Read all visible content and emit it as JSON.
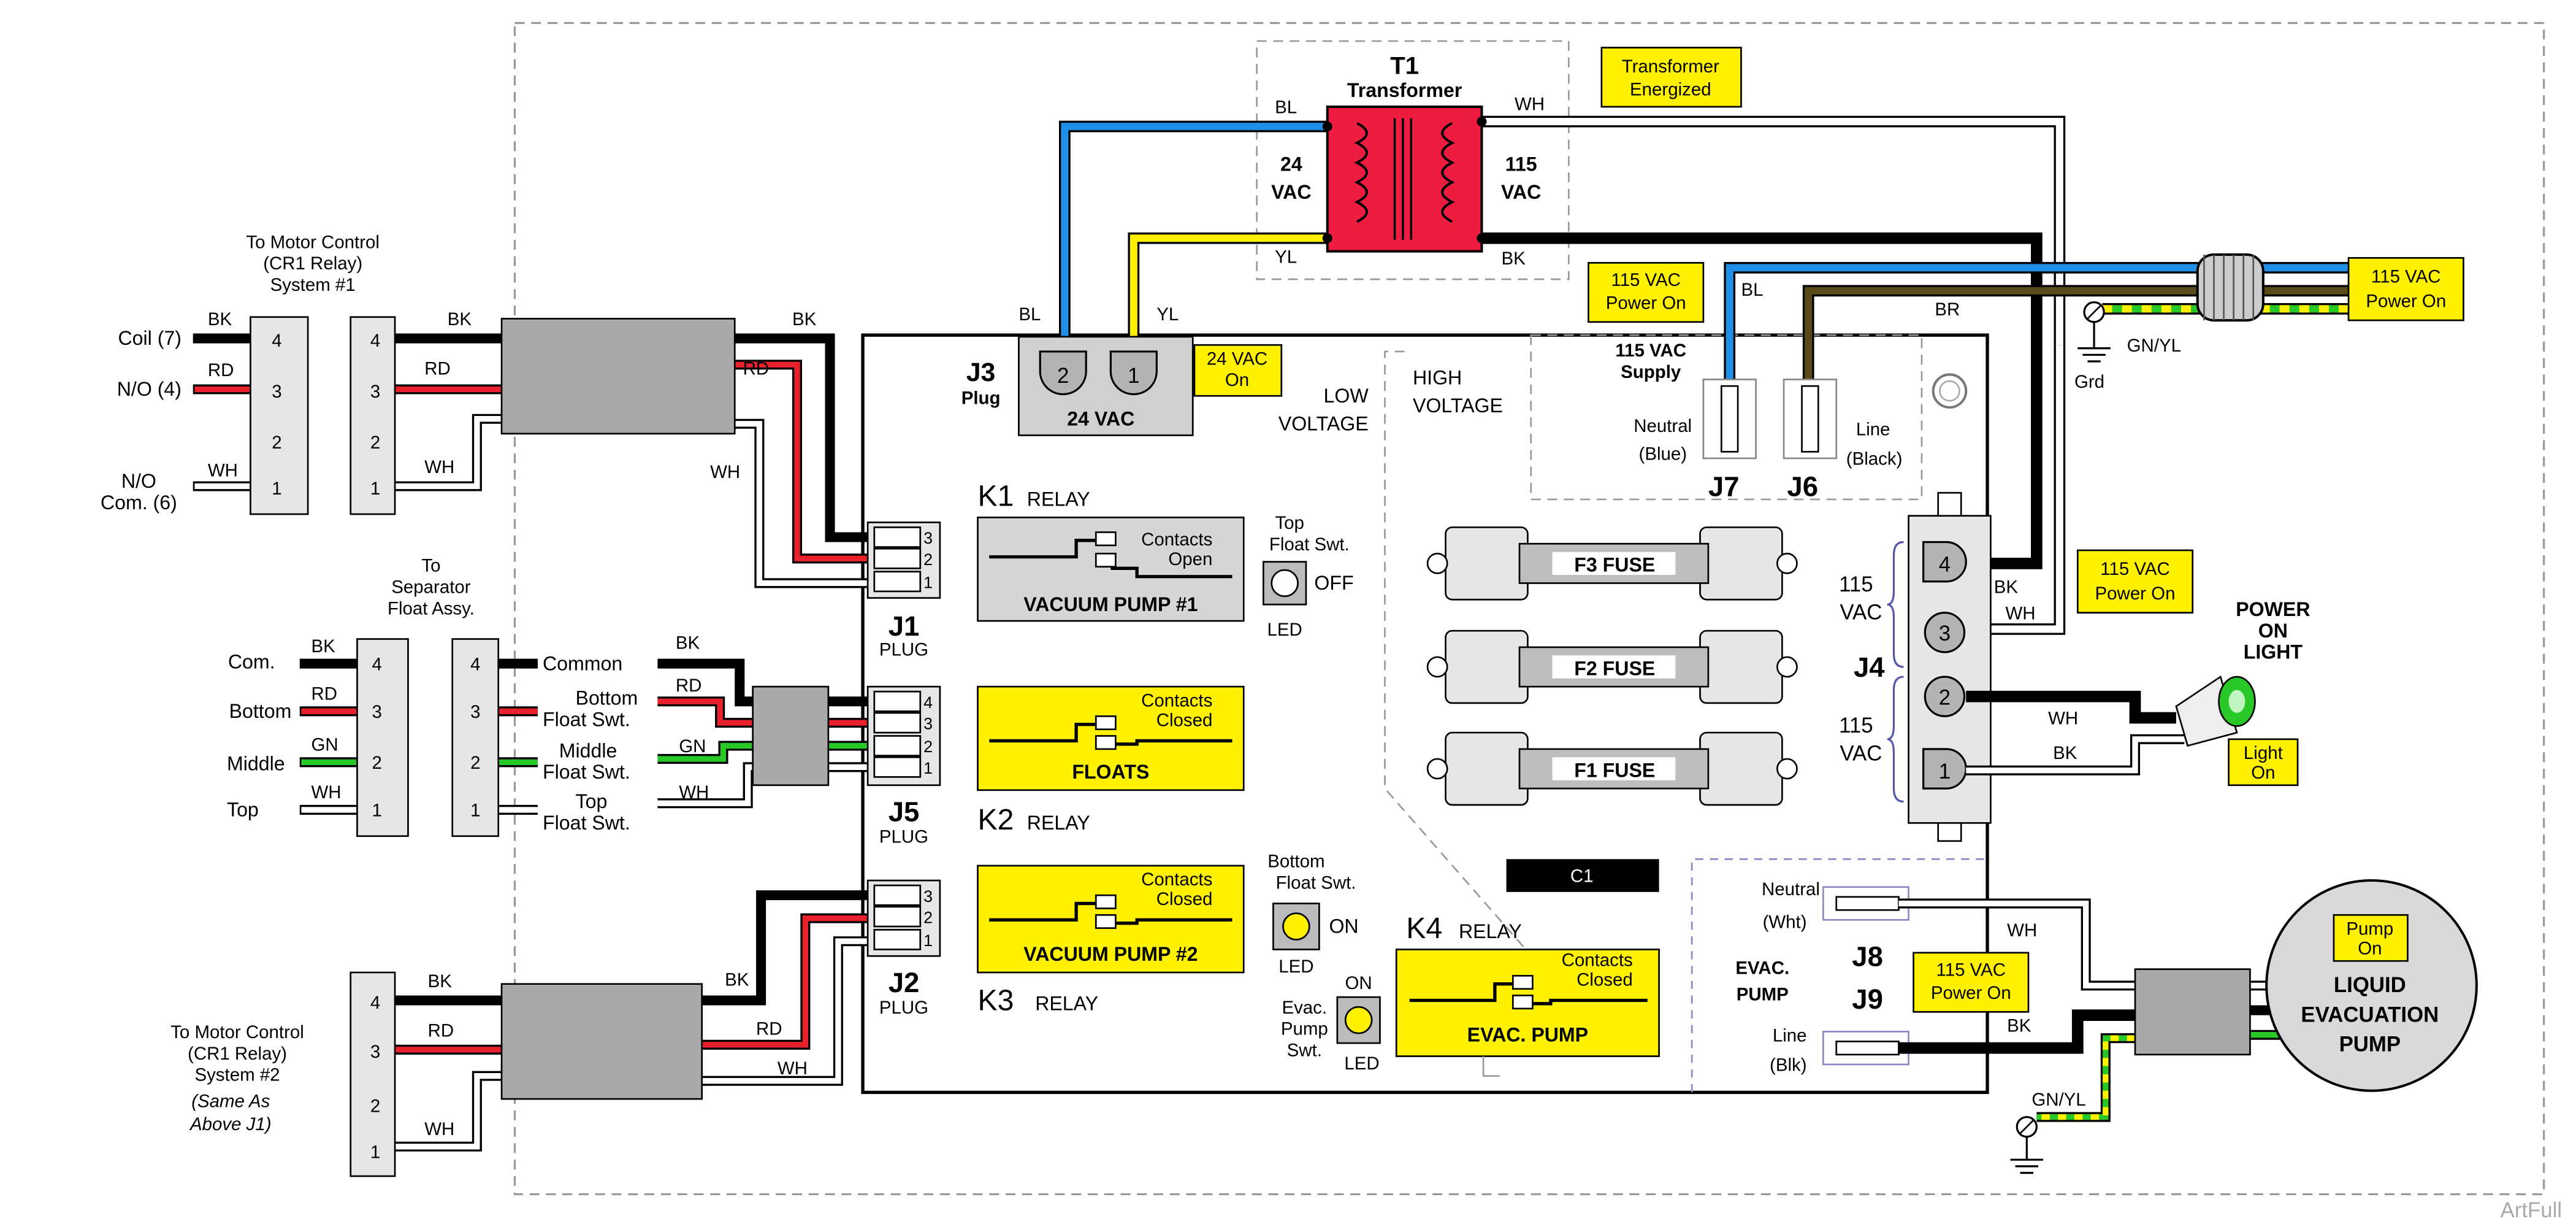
{
  "t1": {
    "id": "T1",
    "name": "Transformer",
    "v_low_a": "24",
    "v_low_b": "VAC",
    "v_high_a": "115",
    "v_high_b": "VAC",
    "bl": "BL",
    "wh": "WH",
    "yl": "YL",
    "bk": "BK"
  },
  "callouts": {
    "transformer": [
      "Transformer",
      "Energized"
    ],
    "v24": [
      "24 VAC",
      "On"
    ],
    "supply_top": [
      "115 VAC",
      "Power On"
    ],
    "supply_right": [
      "115 VAC",
      "Power On"
    ],
    "j4_side": [
      "115 VAC",
      "Power On"
    ],
    "evac": [
      "115 VAC",
      "Power On"
    ],
    "light": [
      "Light",
      "On"
    ],
    "pump": [
      "Pump",
      "On"
    ]
  },
  "j3": {
    "id": "J3",
    "plug": "Plug",
    "label": "24 VAC",
    "p2": "2",
    "p1": "1",
    "bl": "BL",
    "yl": "YL"
  },
  "zones": {
    "low": [
      "LOW",
      "VOLTAGE"
    ],
    "high": [
      "HIGH",
      "VOLTAGE"
    ]
  },
  "supply": {
    "title": [
      "115 VAC",
      "Supply"
    ],
    "bl": "BL",
    "br": "BR",
    "neutral": [
      "Neutral",
      "(Blue)"
    ],
    "line": [
      "Line",
      "(Black)"
    ],
    "j7": "J7",
    "j6": "J6",
    "gnyl": "GN/YL",
    "grd": "Grd"
  },
  "mc1": {
    "title": [
      "To Motor Control",
      "(CR1 Relay)",
      "System #1"
    ],
    "coil": "Coil (7)",
    "no": "N/O (4)",
    "nocom": [
      "N/O",
      "Com. (6)"
    ],
    "bk": "BK",
    "rd": "RD",
    "wh": "WH",
    "pins": [
      "4",
      "3",
      "2",
      "1"
    ]
  },
  "j1": {
    "id": "J1",
    "plug": "PLUG",
    "bk": "BK",
    "rd": "RD",
    "wh": "WH",
    "pins": [
      "3",
      "2",
      "1"
    ]
  },
  "sep": {
    "title": [
      "To",
      "Separator",
      "Float Assy."
    ],
    "com": "Com.",
    "bottom": "Bottom",
    "middle": "Middle",
    "top": "Top",
    "bk": "BK",
    "rd": "RD",
    "gn": "GN",
    "wh": "WH",
    "pins": [
      "4",
      "3",
      "2",
      "1"
    ],
    "common": "Common",
    "bottom_sw": [
      "Bottom",
      "Float Swt."
    ],
    "middle_sw": [
      "Middle",
      "Float Swt."
    ],
    "top_sw": [
      "Top",
      "Float Swt."
    ]
  },
  "j5": {
    "id": "J5",
    "plug": "PLUG",
    "bk": "BK",
    "rd": "RD",
    "gn": "GN",
    "wh": "WH",
    "pins": [
      "4",
      "3",
      "2",
      "1"
    ]
  },
  "mc2": {
    "title": [
      "To Motor Control",
      "(CR1 Relay)",
      "System #2"
    ],
    "note": [
      "(Same As",
      "Above J1)"
    ],
    "bk": "BK",
    "rd": "RD",
    "wh": "WH",
    "pins": [
      "4",
      "3",
      "2",
      "1"
    ]
  },
  "j2": {
    "id": "J2",
    "plug": "PLUG",
    "bk": "BK",
    "rd": "RD",
    "wh": "WH",
    "pins": [
      "3",
      "2",
      "1"
    ]
  },
  "k1": {
    "id": "K1",
    "relay": "RELAY",
    "contacts": [
      "Contacts",
      "Open"
    ],
    "name": "VACUUM PUMP #1",
    "led_title": [
      "Top",
      "Float Swt."
    ],
    "led_state": "OFF",
    "led": "LED"
  },
  "k2": {
    "id": "K2",
    "relay": "RELAY",
    "contacts": [
      "Contacts",
      "Closed"
    ],
    "name": "FLOATS"
  },
  "k3": {
    "id": "K3",
    "relay": "RELAY",
    "contacts": [
      "Contacts",
      "Closed"
    ],
    "name": "VACUUM PUMP #2",
    "led_title": [
      "Bottom",
      "Float Swt."
    ],
    "led_state": "ON",
    "led": "LED"
  },
  "k4": {
    "id": "K4",
    "relay": "RELAY",
    "contacts": [
      "Contacts",
      "Closed"
    ],
    "name": "EVAC. PUMP",
    "sw_title": [
      "Evac.",
      "Pump",
      "Swt."
    ],
    "sw_state": "ON",
    "led": "LED"
  },
  "fuses": [
    "F3  FUSE",
    "F2  FUSE",
    "F1  FUSE"
  ],
  "c1": "C1",
  "j4": {
    "id": "J4",
    "v115a": [
      "115",
      "VAC"
    ],
    "v115b": [
      "115",
      "VAC"
    ],
    "pins": [
      "4",
      "3",
      "2",
      "1"
    ],
    "bk": "BK",
    "wh": "WH",
    "wh2": "WH",
    "bk2": "BK"
  },
  "power_light": [
    "POWER",
    "ON",
    "LIGHT"
  ],
  "evac": {
    "title": [
      "EVAC.",
      "PUMP"
    ],
    "neutral": [
      "Neutral",
      "(Wht)"
    ],
    "line": [
      "Line",
      "(Blk)"
    ],
    "j8": "J8",
    "j9": "J9",
    "wh": "WH",
    "bk": "BK",
    "gnyl": "GN/YL"
  },
  "pump": [
    "LIQUID",
    "EVACUATION",
    "PUMP"
  ],
  "watermark": "ArtFull",
  "colors": {
    "wire_blue": "#1f8fe8",
    "wire_yellow": "#fff000",
    "wire_red": "#e8222c",
    "wire_green": "#28c828",
    "wire_brown": "#5a4a1a",
    "transformer": "#ee1c40",
    "callout": "#fff200",
    "box_gray": "#a9a9a9",
    "pin_gray": "#b4b4b4"
  }
}
